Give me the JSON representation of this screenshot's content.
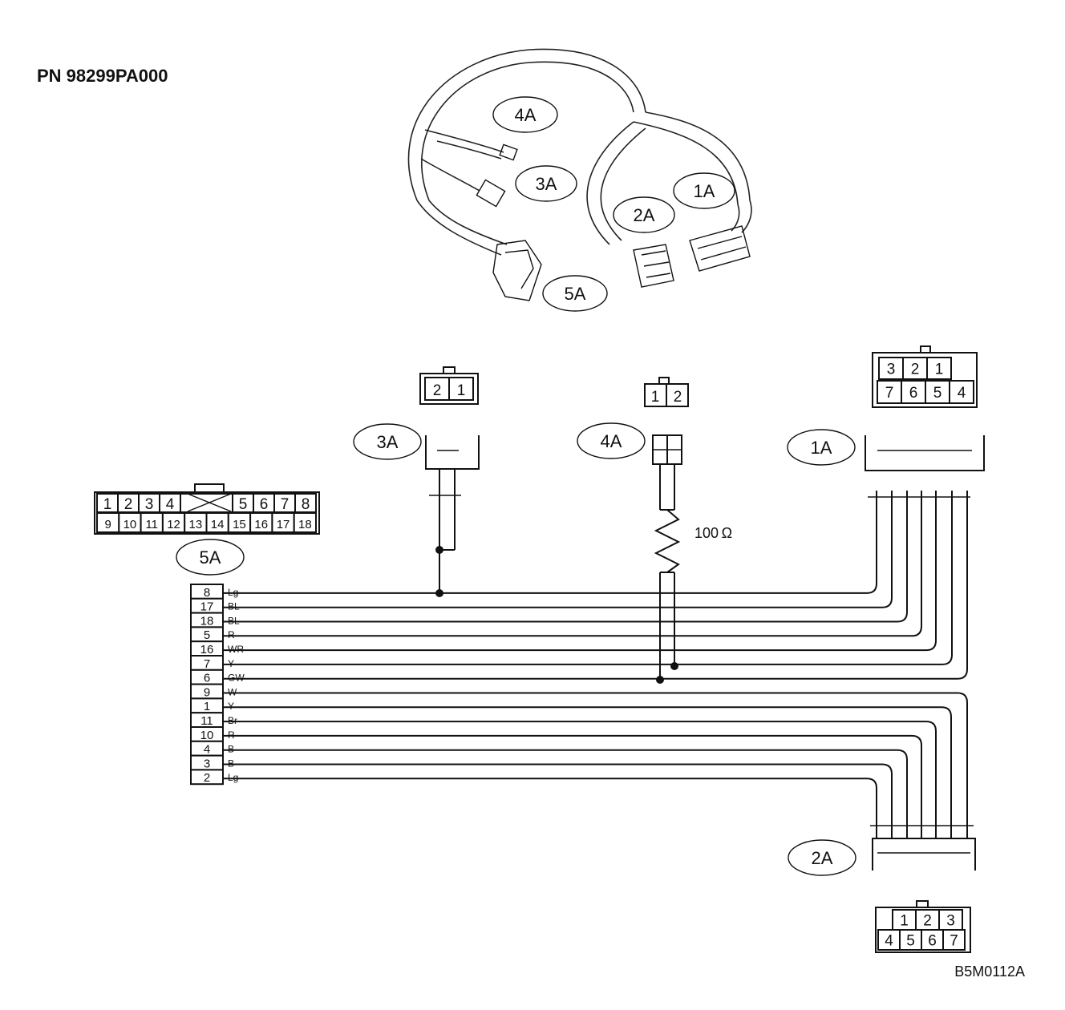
{
  "part_number": "PN  98299PA000",
  "drawing_code": "B5M0112A",
  "resistor_value": "100 Ω",
  "harness_labels": {
    "c4a": "4A",
    "c3a": "3A",
    "c2a": "2A",
    "c1a": "1A",
    "c5a": "5A"
  },
  "connectors": {
    "c3a": {
      "label": "3A",
      "face_pins": [
        "2",
        "1"
      ]
    },
    "c4a": {
      "label": "4A",
      "face_pins": [
        "1",
        "2"
      ]
    },
    "c1a": {
      "label": "1A",
      "face_top": [
        "3",
        "2",
        "1"
      ],
      "face_bottom": [
        "7",
        "6",
        "5",
        "4"
      ]
    },
    "c2a": {
      "label": "2A",
      "face_top": [
        "1",
        "2",
        "3"
      ],
      "face_bottom": [
        "4",
        "5",
        "6",
        "7"
      ]
    },
    "c5a": {
      "label": "5A",
      "face_top": [
        "1",
        "2",
        "3",
        "4",
        "5",
        "6",
        "7",
        "8"
      ],
      "face_bottom": [
        "9",
        "10",
        "11",
        "12",
        "13",
        "14",
        "15",
        "16",
        "17",
        "18"
      ],
      "column_pins": [
        "8",
        "17",
        "18",
        "5",
        "16",
        "7",
        "6",
        "9",
        "1",
        "11",
        "10",
        "4",
        "3",
        "2"
      ],
      "wire_codes": [
        "Lg",
        "BL",
        "BL",
        "R",
        "WR",
        "Y",
        "GW",
        "W",
        "Y",
        "Br",
        "R",
        "B",
        "B",
        "Lg"
      ]
    }
  }
}
